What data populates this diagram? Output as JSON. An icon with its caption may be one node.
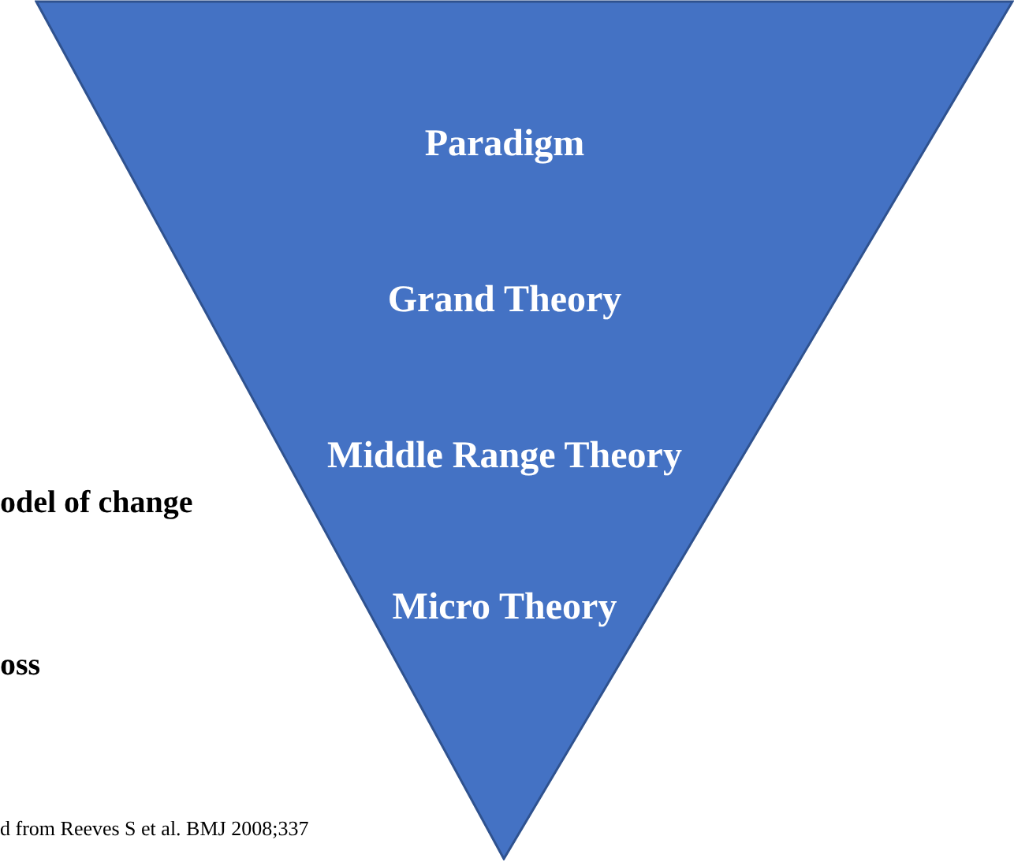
{
  "diagram": {
    "nodes": [
      {
        "text": [
          "Paradigm",
          "Grand Theory",
          "Middle Range Theory",
          "Micro Theory"
        ]
      }
    ],
    "edges": [],
    "labels": [
      "odel of change",
      "oss",
      "d from Reeves S et al. BMJ 2008;337"
    ]
  }
}
